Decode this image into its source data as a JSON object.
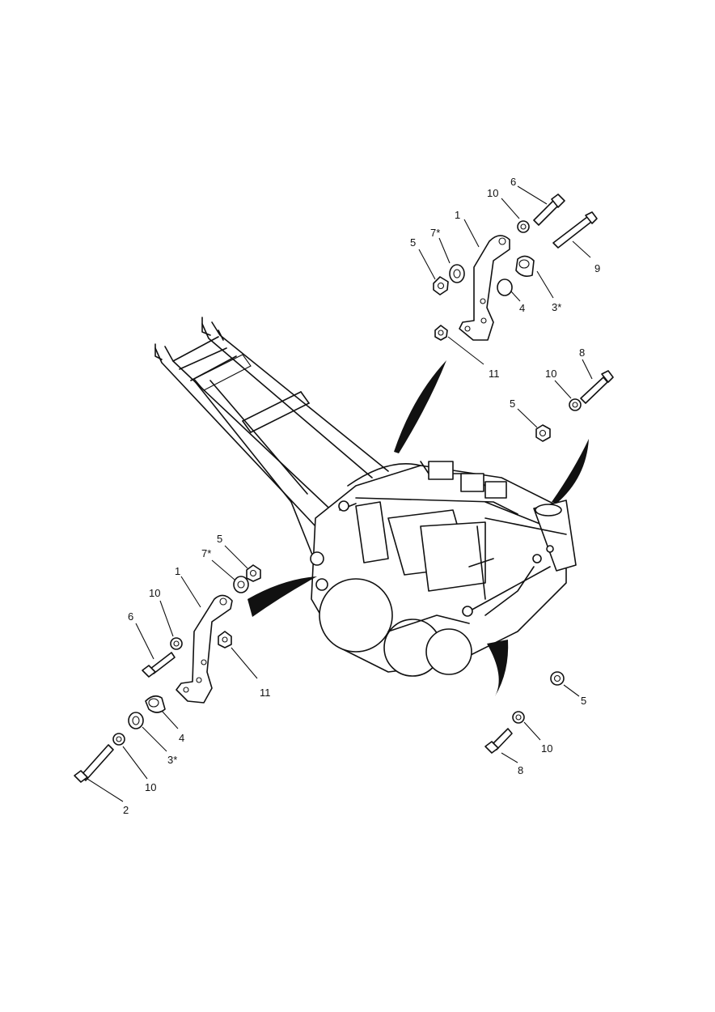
{
  "callouts": [
    {
      "id": "top-1",
      "text": "1"
    },
    {
      "id": "top-7",
      "text": "7*"
    },
    {
      "id": "top-5a",
      "text": "5"
    },
    {
      "id": "top-10a",
      "text": "10"
    },
    {
      "id": "top-6",
      "text": "6"
    },
    {
      "id": "top-9",
      "text": "9"
    },
    {
      "id": "top-4",
      "text": "4"
    },
    {
      "id": "top-3",
      "text": "3*"
    },
    {
      "id": "top-11",
      "text": "11"
    },
    {
      "id": "top-8",
      "text": "8"
    },
    {
      "id": "top-10b",
      "text": "10"
    },
    {
      "id": "top-5b",
      "text": "5"
    },
    {
      "id": "bot-5a",
      "text": "5"
    },
    {
      "id": "bot-7",
      "text": "7*"
    },
    {
      "id": "bot-1",
      "text": "1"
    },
    {
      "id": "bot-10a",
      "text": "10"
    },
    {
      "id": "bot-6",
      "text": "6"
    },
    {
      "id": "bot-11",
      "text": "11"
    },
    {
      "id": "bot-4",
      "text": "4"
    },
    {
      "id": "bot-3",
      "text": "3*"
    },
    {
      "id": "bot-10b",
      "text": "10"
    },
    {
      "id": "bot-2",
      "text": "2"
    },
    {
      "id": "bot-5b",
      "text": "5"
    },
    {
      "id": "bot-10c",
      "text": "10"
    },
    {
      "id": "bot-8",
      "text": "8"
    }
  ]
}
